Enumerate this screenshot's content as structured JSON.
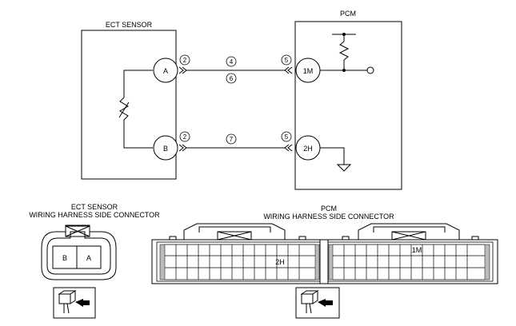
{
  "schematic": {
    "ect_title": "ECT SENSOR",
    "pcm_title": "PCM",
    "terminal_a": "A",
    "terminal_b": "B",
    "terminal_1m": "1M",
    "terminal_2h": "2H",
    "num_a_side": "2",
    "num_b_side": "2",
    "num_1m_side": "5",
    "num_2h_side": "5",
    "wire_top_upper": "4",
    "wire_top_lower": "6",
    "wire_bottom": "7"
  },
  "ect_connector": {
    "title_line1": "ECT SENSOR",
    "title_line2": "WIRING HARNESS SIDE CONNECTOR",
    "cell_b": "B",
    "cell_a": "A"
  },
  "pcm_connector": {
    "title_line1": "PCM",
    "title_line2": "WIRING HARNESS SIDE CONNECTOR",
    "label_2h": "2H",
    "label_1m": "1M"
  },
  "icons": [
    "connector-view-icon",
    "arrow-icon",
    "resistor-icon",
    "ground-icon"
  ]
}
